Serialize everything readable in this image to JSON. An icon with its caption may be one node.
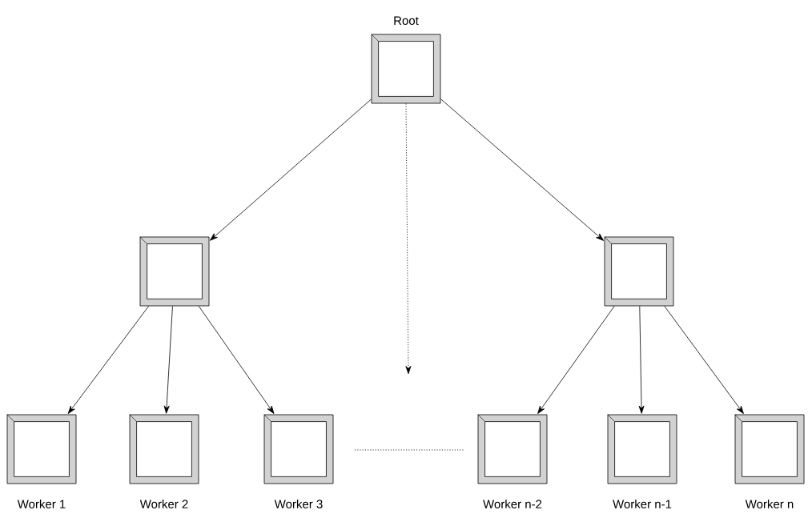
{
  "diagram": {
    "nodes": [
      {
        "text": [
          "Root"
        ]
      },
      {
        "text": [],
        "shape": "box"
      },
      {
        "text": [],
        "shape": "box"
      },
      {
        "text": [
          "Worker 1"
        ]
      },
      {
        "text": [
          "Worker 2"
        ]
      },
      {
        "text": [
          "Worker 3"
        ]
      },
      {
        "text": [
          "Worker n-2"
        ]
      },
      {
        "text": [
          "Worker n-1"
        ]
      },
      {
        "text": [
          "Worker n"
        ]
      }
    ],
    "edges": [
      {
        "from": 0,
        "to": 1,
        "arrow": "to"
      },
      {
        "from": 0,
        "to": 2,
        "arrow": "to"
      },
      {
        "from": 0,
        "to": null,
        "arrow": "to",
        "style": "dashed"
      },
      {
        "from": 1,
        "to": 3,
        "arrow": "to"
      },
      {
        "from": 1,
        "to": 4,
        "arrow": "to"
      },
      {
        "from": 1,
        "to": 5,
        "arrow": "to"
      },
      {
        "from": 2,
        "to": 6,
        "arrow": "to"
      },
      {
        "from": 2,
        "to": 7,
        "arrow": "to"
      },
      {
        "from": 2,
        "to": 8,
        "arrow": "to"
      }
    ]
  }
}
